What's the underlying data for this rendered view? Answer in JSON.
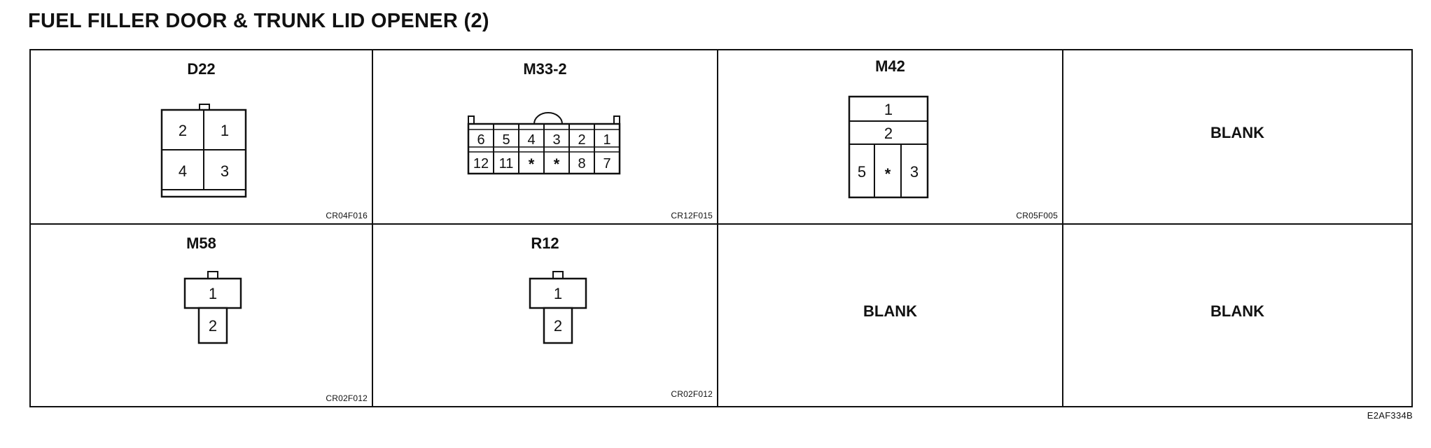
{
  "title": "FUEL FILLER DOOR & TRUNK LID OPENER (2)",
  "figure_code": "E2AF334B",
  "cells": [
    {
      "name": "D22",
      "code": "CR04F016",
      "pins": [
        "2",
        "1",
        "4",
        "3"
      ]
    },
    {
      "name": "M33-2",
      "code": "CR12F015",
      "pins": [
        "6",
        "5",
        "4",
        "3",
        "2",
        "1",
        "12",
        "11",
        "*",
        "*",
        "8",
        "7"
      ]
    },
    {
      "name": "M42",
      "code": "CR05F005",
      "pins": [
        "1",
        "2",
        "5",
        "*",
        "3"
      ]
    },
    {
      "blank": "BLANK"
    },
    {
      "name": "M58",
      "code": "CR02F012",
      "pins": [
        "1",
        "2"
      ]
    },
    {
      "name": "R12",
      "code": "CR02F012",
      "pins": [
        "1",
        "2"
      ]
    },
    {
      "blank": "BLANK"
    },
    {
      "blank": "BLANK"
    }
  ]
}
